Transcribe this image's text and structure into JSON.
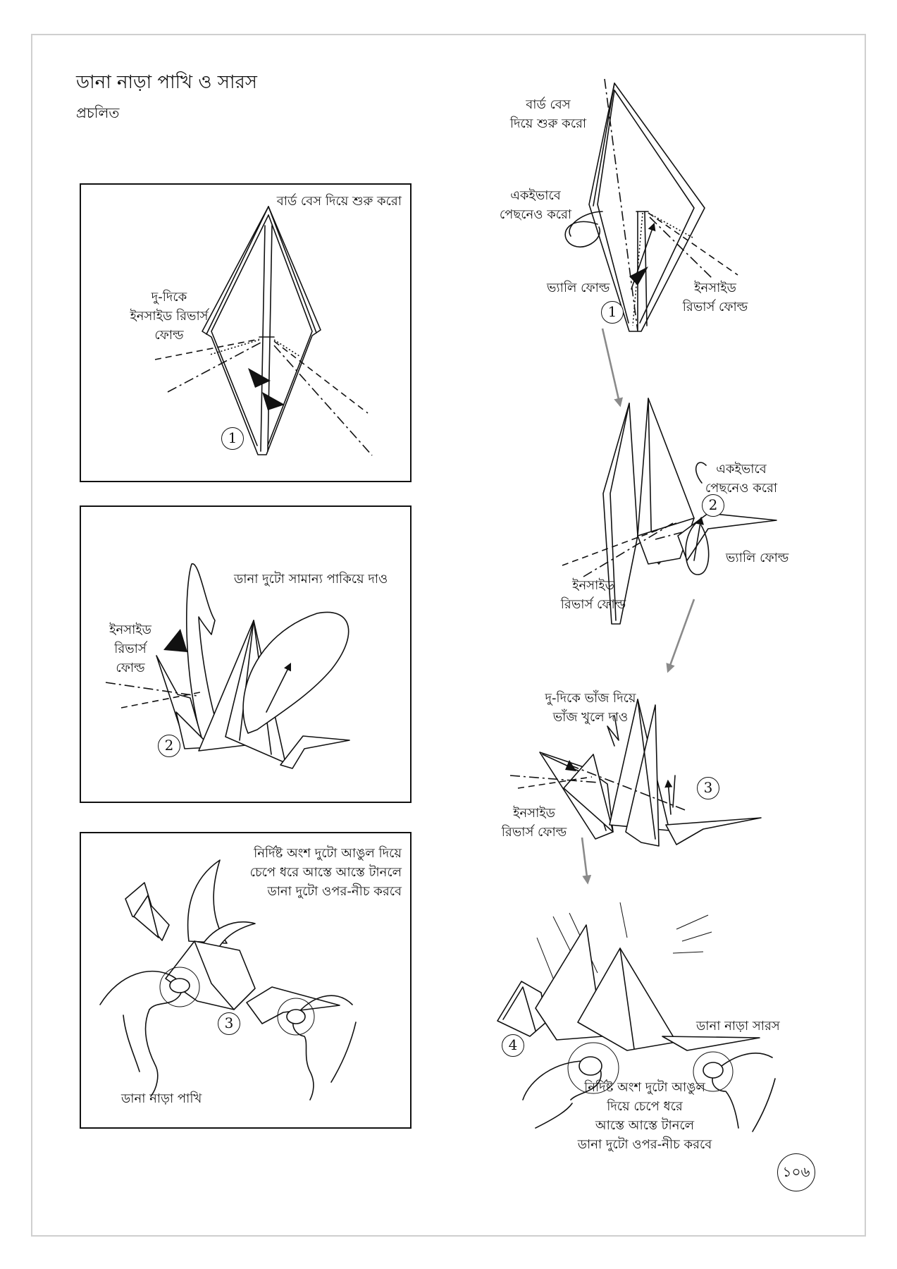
{
  "header": {
    "title": "ডানা নাড়া পাখি ও সারস",
    "subtitle": "প্রচলিত"
  },
  "left_panels": [
    {
      "step": "1",
      "start": "বার্ড বেস দিয়ে শুরু করো",
      "fold": [
        "দু-দিকে",
        "ইনসাইড রিভার্স",
        "ফোল্ড"
      ]
    },
    {
      "step": "2",
      "instruction": "ডানা দুটো সামান্য পাকিয়ে দাও",
      "fold": [
        "ইনসাইড",
        "রিভার্স",
        "ফোল্ড"
      ]
    },
    {
      "step": "3",
      "instruction": [
        "নির্দিষ্ট অংশ দুটো আঙুল দিয়ে",
        "চেপে ধরে আস্তে আস্তে টানলে",
        "ডানা দুটো ওপর-নীচ করবে"
      ],
      "result": "ডানা নাড়া পাখি"
    }
  ],
  "right_steps": [
    {
      "step": "1",
      "start": [
        "বার্ড বেস",
        "দিয়ে শুরু করো"
      ],
      "repeat": [
        "একইভাবে",
        "পেছনেও করো"
      ],
      "valley": "ভ্যালি ফোল্ড",
      "reverse": [
        "ইনসাইড",
        "রিভার্স ফোল্ড"
      ]
    },
    {
      "step": "2",
      "repeat": [
        "একইভাবে",
        "পেছনেও করো"
      ],
      "valley": "ভ্যালি ফোল্ড",
      "reverse": [
        "ইনসাইড",
        "রিভার্স ফোল্ড"
      ]
    },
    {
      "step": "3",
      "crease": [
        "দু-দিকে ভাঁজ দিয়ে",
        "ভাঁজ খুলে দাও"
      ],
      "reverse": [
        "ইনসাইড",
        "রিভার্স ফোল্ড"
      ]
    },
    {
      "step": "4",
      "result": "ডানা নাড়া সারস",
      "instruction": [
        "নির্দিষ্ট অংশ দুটো আঙুল",
        "দিয়ে চেপে ধরে",
        "আস্তে আস্তে টানলে",
        "ডানা দুটো ওপর-নীচ করবে"
      ]
    }
  ],
  "page_number": "১০৬",
  "colors": {
    "ink": "#111111",
    "page_border": "#cfcfcf",
    "flow_arrow": "#8a8a8a"
  }
}
